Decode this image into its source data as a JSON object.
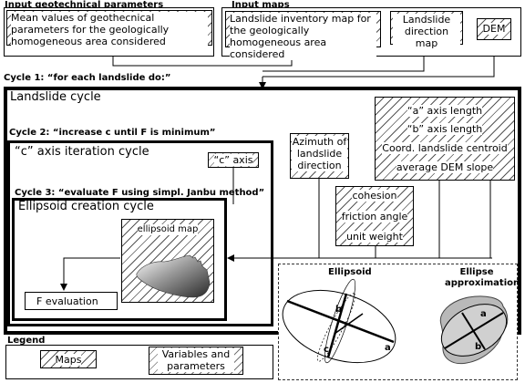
{
  "input_geotechnical": {
    "title": "Input geotechnical parameters",
    "box_text": "Mean values of geothecnical parameters for the geologically homogeneous area considered"
  },
  "input_maps": {
    "title": "Input maps",
    "inventory": "Landslide inventory map for the geologically homogeneous area considered",
    "direction": "Landslide direction map",
    "dem": "DEM"
  },
  "cycle1": {
    "label": "Cycle 1: “for each landslide do:”"
  },
  "landslide_cycle": {
    "title": "Landslide cycle"
  },
  "cycle2": {
    "label": "Cycle 2: “increase c until F is minimum”"
  },
  "c_axis_cycle": {
    "title": "“c” axis iteration cycle",
    "c_axis": "“c” axis"
  },
  "cycle3": {
    "label": "Cycle 3: “evaluate F using simpl. Janbu method”"
  },
  "ellipsoid_cycle": {
    "title": "Ellipsoid creation cycle",
    "map_label": "ellipsoid map",
    "f_eval": "F evaluation"
  },
  "azimuth": "Azimuth of landslide direction",
  "params_right": [
    "“a” axis length",
    "“b” axis length",
    "Coord. landslide centroid",
    "average DEM slope"
  ],
  "params_mid": [
    "cohesion",
    "friction angle",
    "unit weight"
  ],
  "ellipsoid_panel": {
    "title": "Ellipsoid",
    "b": "b",
    "c": "c",
    "a": "a",
    "approx_title": "Ellipse approximation",
    "approx_a": "a",
    "approx_b": "b"
  },
  "legend": {
    "title": "Legend",
    "maps": "Maps",
    "variables": "Variables and parameters"
  }
}
